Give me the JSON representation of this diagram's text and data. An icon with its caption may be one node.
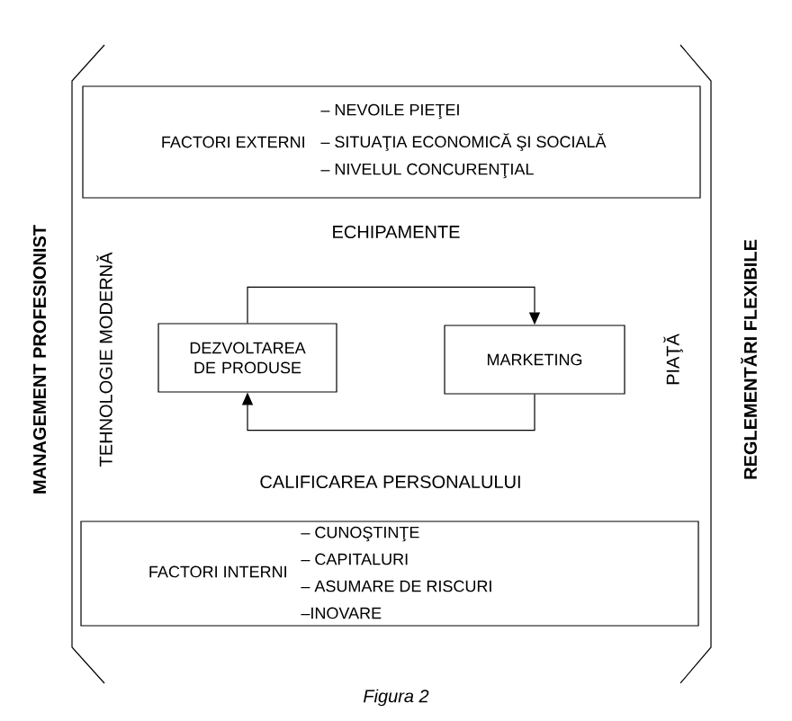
{
  "diagram": {
    "caption": "Figura 2",
    "nodes": [
      {
        "text": [
          "FACTORI EXTERNI",
          "– NEVOILE PIEŢEI",
          "– SITUAŢIA ECONOMICĂ ŞI SOCIALĂ",
          "– NIVELUL CONCURENŢIAL"
        ]
      },
      {
        "text": [
          "DEZVOLTAREA DE PRODUSE"
        ]
      },
      {
        "text": [
          "MARKETING"
        ]
      },
      {
        "text": [
          "FACTORI INTERNI",
          "– CUNOŞTINŢE",
          "– CAPITALURI",
          "– ASUMARE DE RISCURI",
          "–INOVARE"
        ]
      }
    ],
    "edges": [
      {
        "from": 1,
        "to": 2,
        "arrow": "to"
      },
      {
        "from": 2,
        "to": 1,
        "arrow": "to"
      }
    ],
    "labels": [
      "MANAGEMENT PROFESIONIST",
      "REGLEMENTĂRI FLEXIBILE",
      "ECHIPAMENTE",
      "TEHNOLOGIE MODERNĂ",
      "PIAŢĂ",
      "CALIFICAREA PERSONALULUI"
    ]
  }
}
